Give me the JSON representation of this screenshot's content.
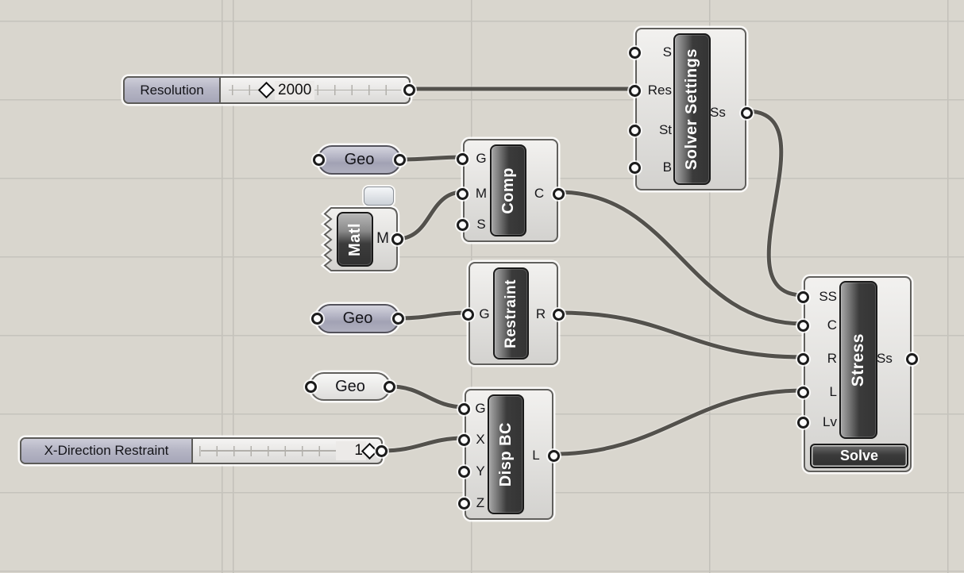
{
  "colors": {
    "canvas_bg": "#d9d6ce",
    "grid_line": "#c5c3bc",
    "wire": "#53514c",
    "component_border": "#605f5c",
    "label_bar": "#3b3b3b",
    "param_pill": "#b4b4c4",
    "label_text": "#ffffff"
  },
  "icons": {
    "slider_handle": "diamond",
    "matl_note": "speech-bubble"
  },
  "nodes": {
    "resolution_slider": {
      "label": "Resolution",
      "value": "2000"
    },
    "x_restraint_slider": {
      "label": "X-Direction Restraint",
      "value": "1"
    },
    "geo_top": {
      "label": "Geo"
    },
    "geo_mid": {
      "label": "Geo"
    },
    "geo_bottom": {
      "label": "Geo"
    },
    "matl": {
      "title": "Matl",
      "outputs": {
        "m": "M"
      }
    },
    "comp": {
      "title": "Comp",
      "inputs": {
        "g": "G",
        "m": "M",
        "s": "S"
      },
      "outputs": {
        "c": "C"
      }
    },
    "restraint": {
      "title": "Restraint",
      "inputs": {
        "g": "G"
      },
      "outputs": {
        "r": "R"
      }
    },
    "disp_bc": {
      "title": "Disp BC",
      "inputs": {
        "g": "G",
        "x": "X",
        "y": "Y",
        "z": "Z"
      },
      "outputs": {
        "l": "L"
      }
    },
    "solver_settings": {
      "title": "Solver Settings",
      "inputs": {
        "s": "S",
        "res": "Res",
        "st": "St",
        "b": "B"
      },
      "outputs": {
        "ss": "Ss"
      }
    },
    "stress": {
      "title": "Stress",
      "inputs": {
        "ss": "SS",
        "c": "C",
        "r": "R",
        "l": "L",
        "lv": "Lv"
      },
      "outputs": {
        "ss": "Ss"
      },
      "button": "Solve"
    }
  }
}
